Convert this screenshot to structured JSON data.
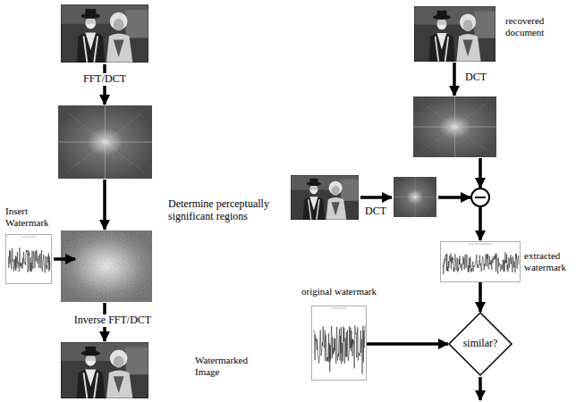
{
  "diagram": {
    "nodes": [
      {
        "text": [
          "Insert Watermark"
        ]
      },
      {
        "text": [
          "Watermarked Image"
        ]
      },
      {
        "text": [
          "recovered document"
        ]
      },
      {
        "text": [
          "extracted watermark"
        ]
      },
      {
        "text": [
          "original watermark"
        ]
      },
      {
        "text": [
          "similar?"
        ]
      }
    ],
    "edges": [
      {
        "from": 3,
        "to": 5,
        "arrow": "to"
      },
      {
        "from": 4,
        "to": 5,
        "arrow": "to"
      }
    ],
    "labels": [
      "FFT/DCT",
      "Determine perceptually significant regions",
      "Inverse FFT/DCT",
      "DCT",
      "DCT"
    ]
  }
}
